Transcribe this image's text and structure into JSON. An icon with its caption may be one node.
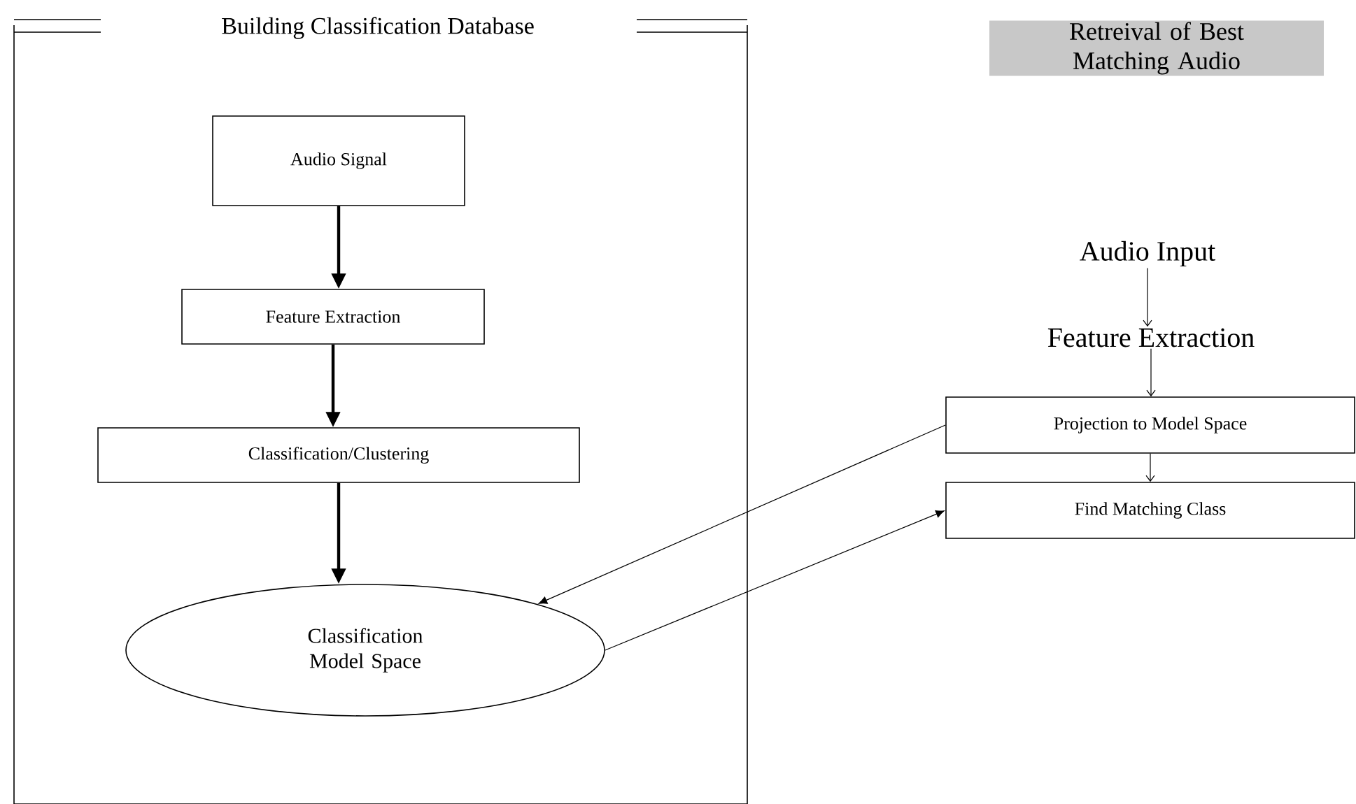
{
  "diagram": {
    "nodes": [
      {
        "text": [
          "Building Classification Database"
        ]
      },
      {
        "text": [
          "Audio Signal"
        ],
        "in": 0
      },
      {
        "text": [
          "Feature Extraction"
        ],
        "in": 0
      },
      {
        "text": [
          "Classification/Clustering"
        ],
        "in": 0
      },
      {
        "text": [
          "Classification Model Space"
        ],
        "in": 0
      },
      {
        "text": [
          "Retreival of Best Matching Audio"
        ]
      },
      {
        "text": [
          "Audio Input"
        ]
      },
      {
        "text": [
          "Feature Extraction"
        ]
      },
      {
        "text": [
          "Projection to Model Space"
        ]
      },
      {
        "text": [
          "Find Matching Class"
        ]
      }
    ],
    "edges": [
      {
        "from": 1,
        "to": 2,
        "arrow": "to",
        "style": "thick"
      },
      {
        "from": 2,
        "to": 3,
        "arrow": "to",
        "style": "thick"
      },
      {
        "from": 3,
        "to": 4,
        "arrow": "to",
        "style": "thick"
      },
      {
        "from": 6,
        "to": 7,
        "arrow": "to"
      },
      {
        "from": 7,
        "to": 8,
        "arrow": "to"
      },
      {
        "from": 8,
        "to": 9,
        "arrow": "to"
      },
      {
        "from": 8,
        "to": 4,
        "arrow": "to"
      },
      {
        "from": 4,
        "to": 9,
        "arrow": "to"
      }
    ]
  }
}
